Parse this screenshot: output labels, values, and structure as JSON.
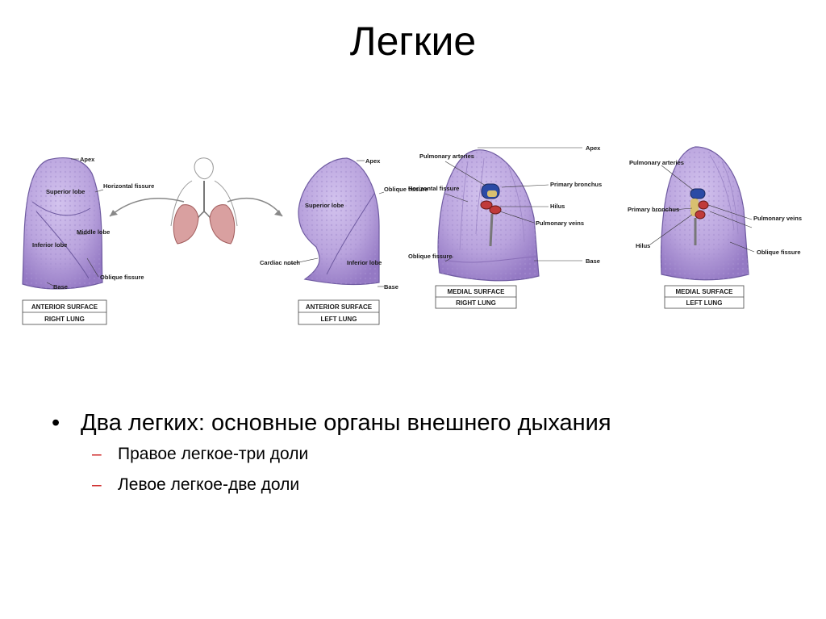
{
  "slide": {
    "title": "Легкие"
  },
  "figure": {
    "panel1": {
      "labels": {
        "apex": "Apex",
        "superior": "Superior lobe",
        "horizontal": "Horizontal fissure",
        "middle": "Middle lobe",
        "inferior": "Inferior lobe",
        "oblique": "Oblique fissure",
        "base": "Base"
      },
      "caption": {
        "surface": "ANTERIOR SURFACE",
        "lung": "RIGHT LUNG"
      }
    },
    "panel2": {
      "labels": {
        "apex": "Apex",
        "superior": "Superior lobe",
        "oblique": "Oblique fissure",
        "cardiac": "Cardiac notch",
        "inferior": "Inferior lobe",
        "base": "Base"
      },
      "caption": {
        "surface": "ANTERIOR SURFACE",
        "lung": "LEFT LUNG"
      }
    },
    "panel3": {
      "labels": {
        "arteries": "Pulmonary arteries",
        "horizontal": "Horizontal fissure",
        "oblique": "Oblique fissure",
        "bronchus": "Primary bronchus",
        "hilus": "Hilus",
        "veins": "Pulmonary veins",
        "apex": "Apex",
        "base": "Base"
      },
      "caption": {
        "surface": "MEDIAL SURFACE",
        "lung": "RIGHT LUNG"
      }
    },
    "panel4": {
      "labels": {
        "arteries": "Pulmonary arteries",
        "bronchus": "Primary bronchus",
        "hilus": "Hilus",
        "veins": "Pulmonary veins",
        "oblique": "Oblique fissure"
      },
      "caption": {
        "surface": "MEDIAL SURFACE",
        "lung": "LEFT LUNG"
      }
    }
  },
  "bullets": [
    {
      "text": "Два легких: основные органы внешнего дыхания",
      "subs": [
        "Правое легкое-три доли",
        "Левое легкое-две доли"
      ]
    }
  ],
  "colors": {
    "lung": "#b9a3dd",
    "lung_dark": "#8a6fb8",
    "dash": "#cc2222"
  }
}
